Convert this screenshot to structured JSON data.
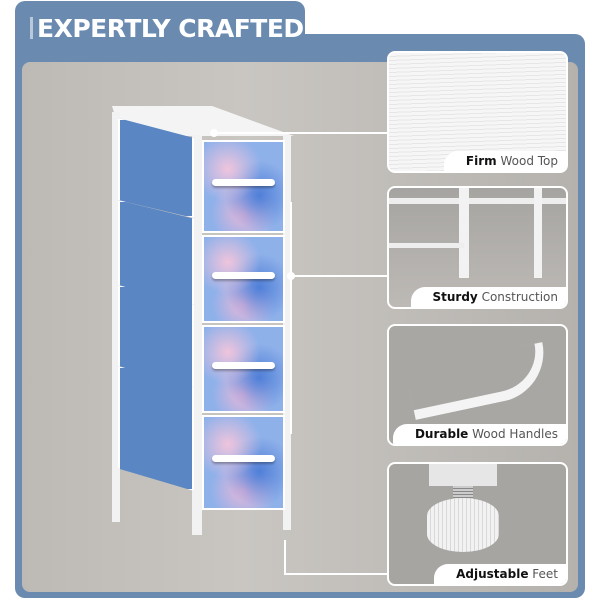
{
  "title": "EXPERTLY CRAFTED",
  "colors": {
    "frame": "#6a8ab0",
    "background": "#c4c1bd",
    "drawer_side": "#5a86c4"
  },
  "features": [
    {
      "bold": "Firm",
      "rest": " Wood Top"
    },
    {
      "bold": "Sturdy",
      "rest": " Construction"
    },
    {
      "bold": "Durable",
      "rest": " Wood Handles"
    },
    {
      "bold": "Adjustable",
      "rest": " Feet"
    }
  ]
}
